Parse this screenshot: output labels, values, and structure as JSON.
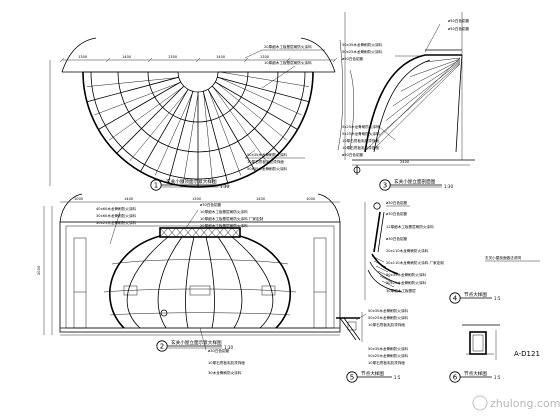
{
  "drawing_number": "A-D121",
  "watermark": "zhulong.com",
  "details": [
    {
      "no": "1",
      "caption": "玄关小屋顶面示意大样图",
      "scale": "1:30"
    },
    {
      "no": "2",
      "caption": "玄关小屋立面示意大样图",
      "scale": "1:30"
    },
    {
      "no": "3",
      "caption": "玄关小屋立面剖面图",
      "scale": "1:30"
    },
    {
      "no": "4",
      "caption": "节点大样图",
      "scale": "1:5"
    },
    {
      "no": "5",
      "caption": "节点大样图",
      "scale": "1:5"
    },
    {
      "no": "6",
      "caption": "节点大样图",
      "scale": "1:5"
    }
  ],
  "side_note": "玄关小屋剖面做法说明",
  "plan_top": {
    "dims": [
      "1300",
      "1400",
      "1300",
      "1400",
      "1300"
    ],
    "callouts": [
      "20厚细木工板基层刷防火涂料",
      "10厚细木工板基层刷防火涂料",
      "50x35木龙骨刷防火涂料",
      "10厚石膏板乳胶漆饰面",
      "50x35木龙骨刷防火涂料"
    ]
  },
  "section": {
    "callouts": [
      "ø50白色铝管",
      "ø50白色铝管",
      "50x35木龙骨刷防火涂料",
      "50x25木龙骨刷防火涂料",
      "ø50白色铝管",
      "5x25木龙骨刷防火涂料",
      "5x25木龙骨刷防火涂料",
      "10厚石膏板乳胶漆饰面",
      "10厚石膏板乳胶漆饰面",
      "ø50白色铝管"
    ],
    "dims": [
      "2400"
    ]
  },
  "elevation": {
    "callouts_left": [
      "40x60木龙骨刷防火涂料",
      "30x60木龙骨刷防火涂料",
      "30x25木龙骨刷防火涂料"
    ],
    "callouts_top": [
      "ø30白色铝管",
      "10厚细木工板基层刷防火涂料",
      "10厚细木工板基层刷防火涂料 厂家定制",
      "20厚细木工板基层刷防火涂料"
    ],
    "callouts_bottom": [
      "ø30白色铝管",
      "10厚石膏板乳胶漆饰面",
      "30木龙骨刷防火涂料"
    ],
    "dims": [
      "1000",
      "1400",
      "1300",
      "1400",
      "1000",
      "2000"
    ]
  },
  "detail4": {
    "callouts": [
      "ø30白色铝管",
      "ø30白色铝管",
      "12厚细木工板基层刷防火涂料",
      "ø30白色铝管",
      "20x110木龙骨刷防火涂料",
      "20x110木龙骨刷防火涂料 厂家定制",
      "50x35木龙骨刷防火涂料",
      "50x25木龙骨刷防火涂料",
      "30厚细木工板基层"
    ]
  },
  "detail5": {
    "callouts": [
      "50x35木龙骨刷防火涂料",
      "50x25木龙骨刷防火涂料",
      "10厚石膏板乳胶漆饰面",
      "50x35木龙骨刷防火涂料",
      "50x25木龙骨刷防火涂料",
      "10厚石膏板乳胶漆饰面"
    ]
  }
}
